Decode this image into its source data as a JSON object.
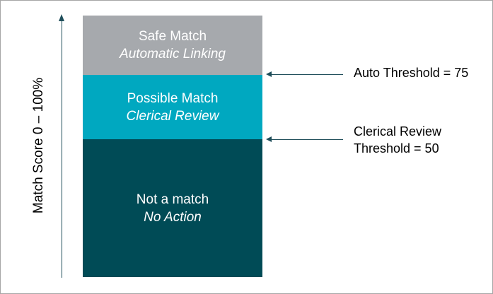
{
  "axis": {
    "label": "Match Score 0 – 100%"
  },
  "bands": {
    "safe": {
      "title": "Safe Match",
      "subtitle": "Automatic Linking",
      "color": "#a6a9ad"
    },
    "possible": {
      "title": "Possible Match",
      "subtitle": "Clerical Review",
      "color": "#00a8c0"
    },
    "none": {
      "title": "Not a match",
      "subtitle": "No Action",
      "color": "#004b56"
    }
  },
  "thresholds": {
    "auto": {
      "label": "Auto Threshold = 75"
    },
    "clerical": {
      "label_line1": "Clerical Review",
      "label_line2": "Threshold = 50"
    }
  },
  "colors": {
    "arrow": "#1f4e5a",
    "frame": "#a6a6a6"
  }
}
